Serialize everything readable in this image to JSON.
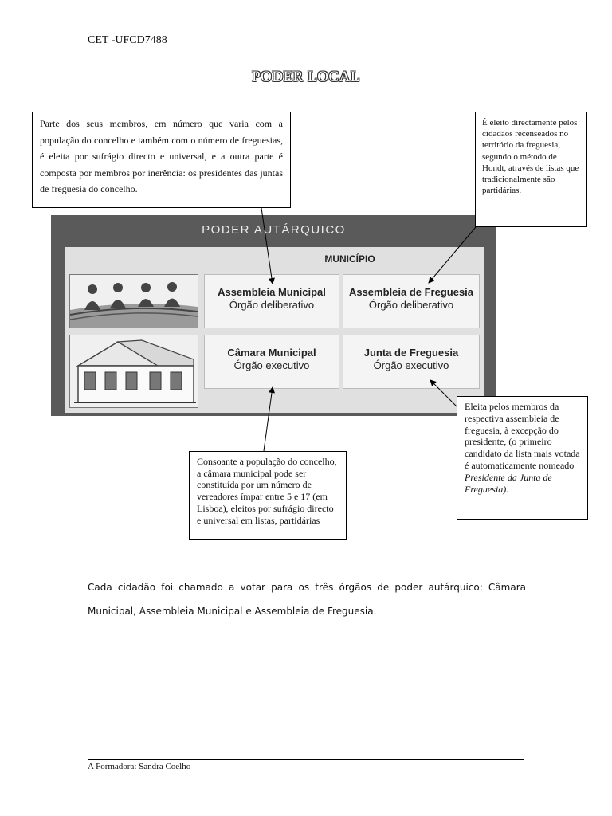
{
  "header": {
    "code": "CET -UFCD7488"
  },
  "title": "PODER LOCAL",
  "callouts": {
    "assembleia_municipal": "Parte dos seus membros, em número que varia com a população do concelho e também com o número de freguesias, é eleita por sufrágio directo e universal, e a outra parte é composta por membros por inerência: os presidentes das juntas de freguesia do concelho.",
    "assembleia_freguesia": "É eleito directamente pelos cidadãos recenseados no território da freguesia, segundo o método de Hondt, através de listas que tradicionalmente são partidárias.",
    "camara_municipal": "Consoante a população do concelho, a câmara municipal pode ser constituída por um número de vereadores ímpar entre 5 e 17 (em Lisboa), eleitos por sufrágio directo e universal em listas, partidárias",
    "junta_freguesia_text": "Eleita pelos membros da respectiva assembleia de freguesia, à excepção do presidente, (o primeiro candidato da lista mais votada é automaticamente nomeado ",
    "junta_freguesia_italic": "Presidente da Junta de Freguesia)."
  },
  "panel": {
    "title": "PODER AUTÁRQUICO",
    "column_header": "MUNICÍPIO",
    "cells": [
      {
        "name": "Assembleia Municipal",
        "role": "Órgão deliberativo"
      },
      {
        "name": "Assembleia de Freguesia",
        "role": "Órgão deliberativo"
      },
      {
        "name": "Câmara Municipal",
        "role": "Órgão executivo"
      },
      {
        "name": "Junta de Freguesia",
        "role": "Órgão executivo"
      }
    ]
  },
  "body_text": "Cada cidadão foi chamado a votar para os três órgãos de poder autárquico: Câmara Municipal, Assembleia Municipal e Assembleia de Freguesia.",
  "footer": {
    "trainer": "A Formadora: Sandra Coelho"
  }
}
